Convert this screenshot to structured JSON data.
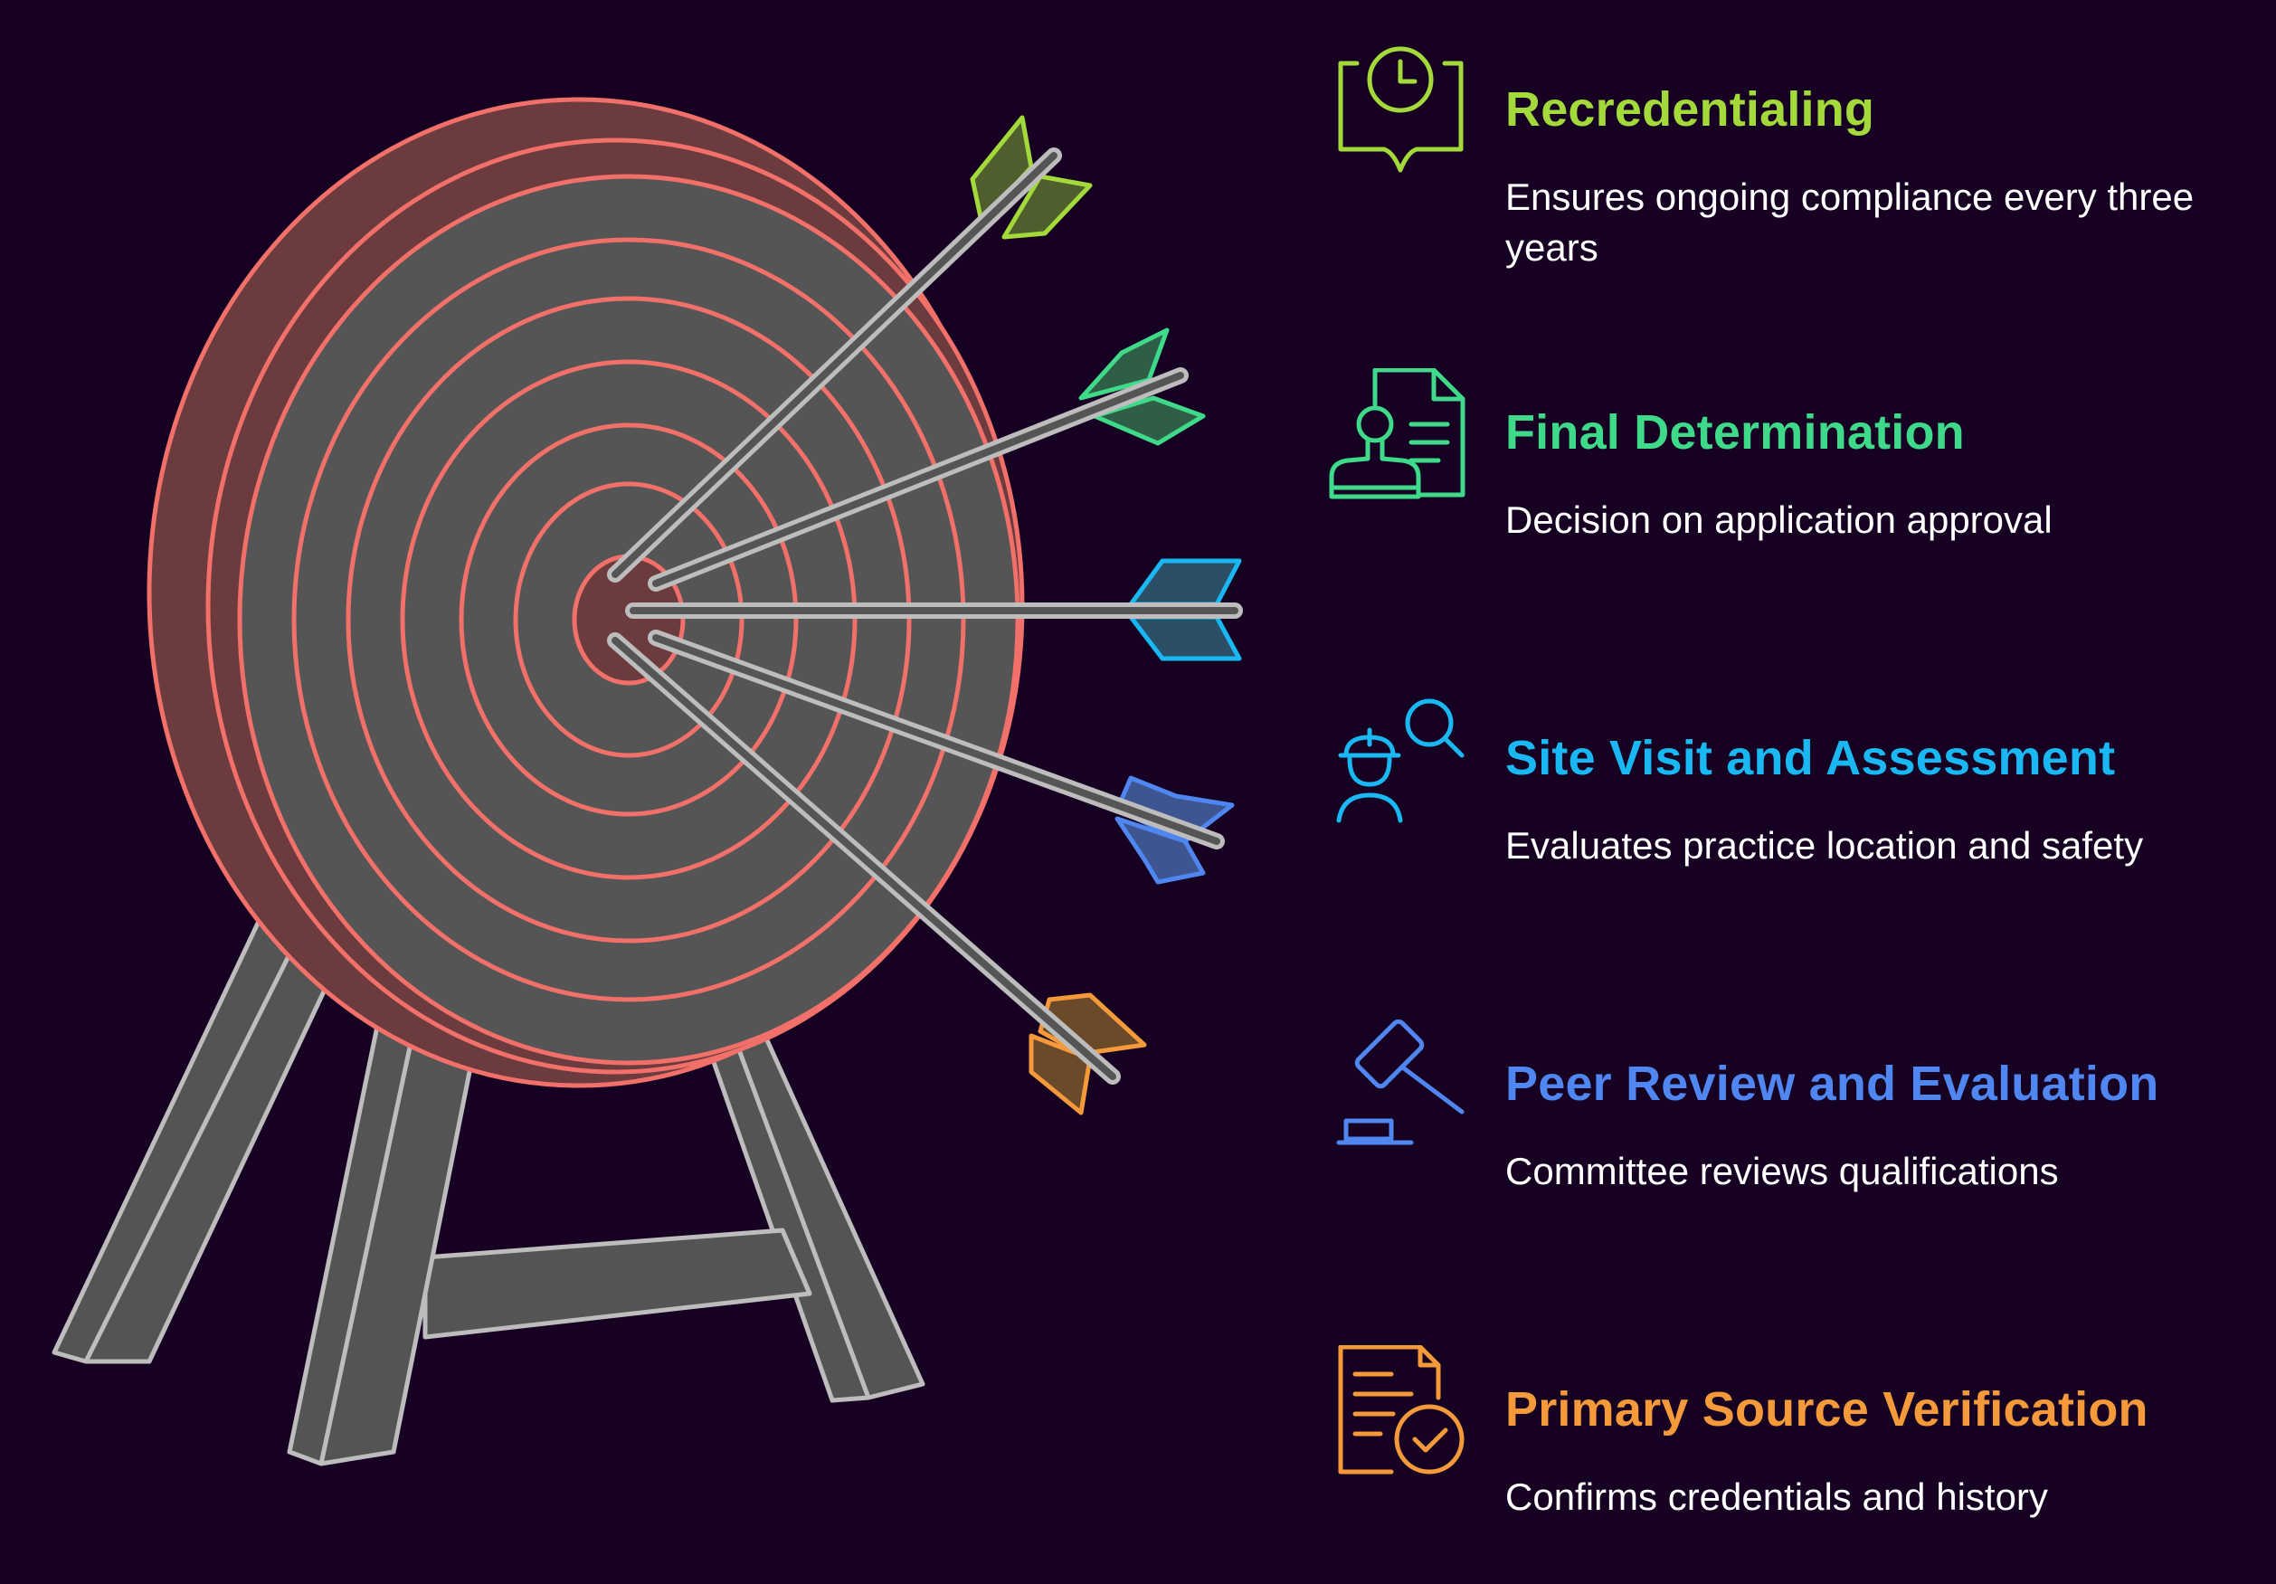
{
  "items": [
    {
      "title": "Recredentialing",
      "description": "Ensures ongoing compliance every three years",
      "color": "#a3d93b",
      "icon": "book-clock-icon"
    },
    {
      "title": "Final Determination",
      "description": "Decision on application approval",
      "color": "#3fd98a",
      "icon": "approval-stamp-document-icon"
    },
    {
      "title": "Site Visit and Assessment",
      "description": "Evaluates practice location and safety",
      "color": "#1ab8f2",
      "icon": "inspector-search-icon"
    },
    {
      "title": "Peer Review and Evaluation",
      "description": "Committee reviews qualifications",
      "color": "#4f86f0",
      "icon": "gavel-icon"
    },
    {
      "title": "Primary Source Verification",
      "description": "Confirms credentials and history",
      "color": "#f59a3a",
      "icon": "verified-document-icon"
    }
  ],
  "target": {
    "ring_color": "#f2706a",
    "face_color": "#555555",
    "side_color": "#6b3b3e",
    "stand_color": "#545454"
  }
}
